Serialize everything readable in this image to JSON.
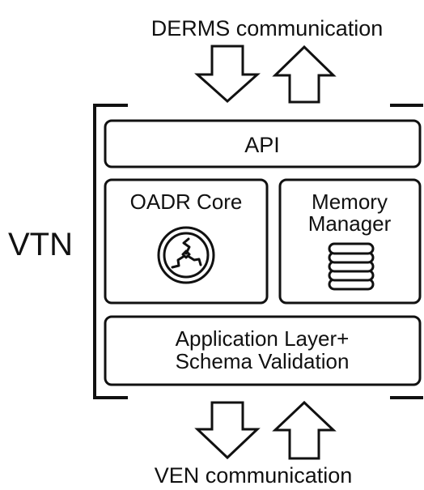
{
  "top_label": "DERMS communication",
  "bottom_label": "VEN communication",
  "side_label": "VTN",
  "api_label": "API",
  "oadr_core": {
    "label": "OADR Core",
    "icon": "oadr-core-emblem-icon"
  },
  "memory_manager": {
    "label_line1": "Memory",
    "label_line2": "Manager",
    "icon": "database-stack-icon"
  },
  "app_layer": {
    "line1": "Application Layer+",
    "line2": "Schema Validation"
  },
  "colors": {
    "stroke": "#111111",
    "fill": "#ffffff"
  }
}
